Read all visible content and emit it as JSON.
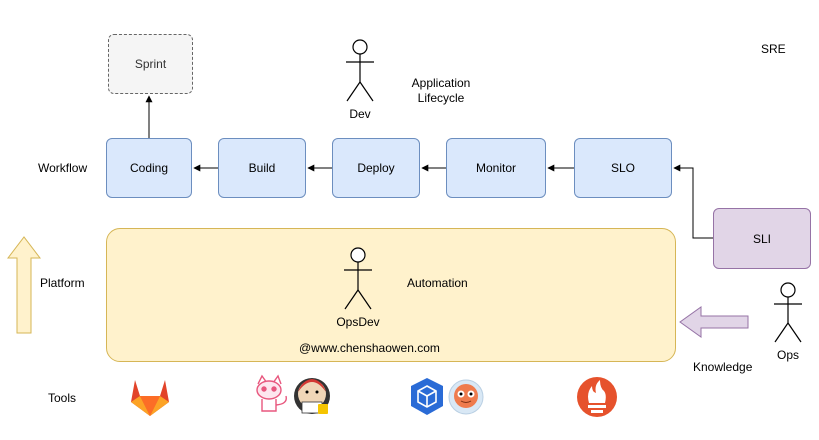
{
  "title_sre": "SRE",
  "sprint": "Sprint",
  "actors": {
    "dev": "Dev",
    "opsdev": "OpsDev",
    "ops": "Ops"
  },
  "application_lifecycle": [
    "Application",
    "Lifecycle"
  ],
  "workflow_label": "Workflow",
  "stages": [
    "Coding",
    "Build",
    "Deploy",
    "Monitor",
    "SLO"
  ],
  "sli": "SLI",
  "platform_label": "Platform",
  "automation": "Automation",
  "watermark": "@www.chenshaowen.com",
  "knowledge": "Knowledge",
  "tools_label": "Tools",
  "tool_icons": [
    "gitlab-icon",
    "tekton-cat-icon",
    "jenkins-icon",
    "kubesphere-icon",
    "argo-icon",
    "prometheus-icon"
  ],
  "colors": {
    "stage_fill": "#dae8fc",
    "stage_stroke": "#6c8ebf",
    "sli_fill": "#e1d5e7",
    "sli_stroke": "#9673a6",
    "platform_fill": "#fff2cc",
    "platform_stroke": "#d6b656",
    "gitlab": "#e24329",
    "kubesphere": "#2a6bd6",
    "prometheus": "#e6522c"
  }
}
